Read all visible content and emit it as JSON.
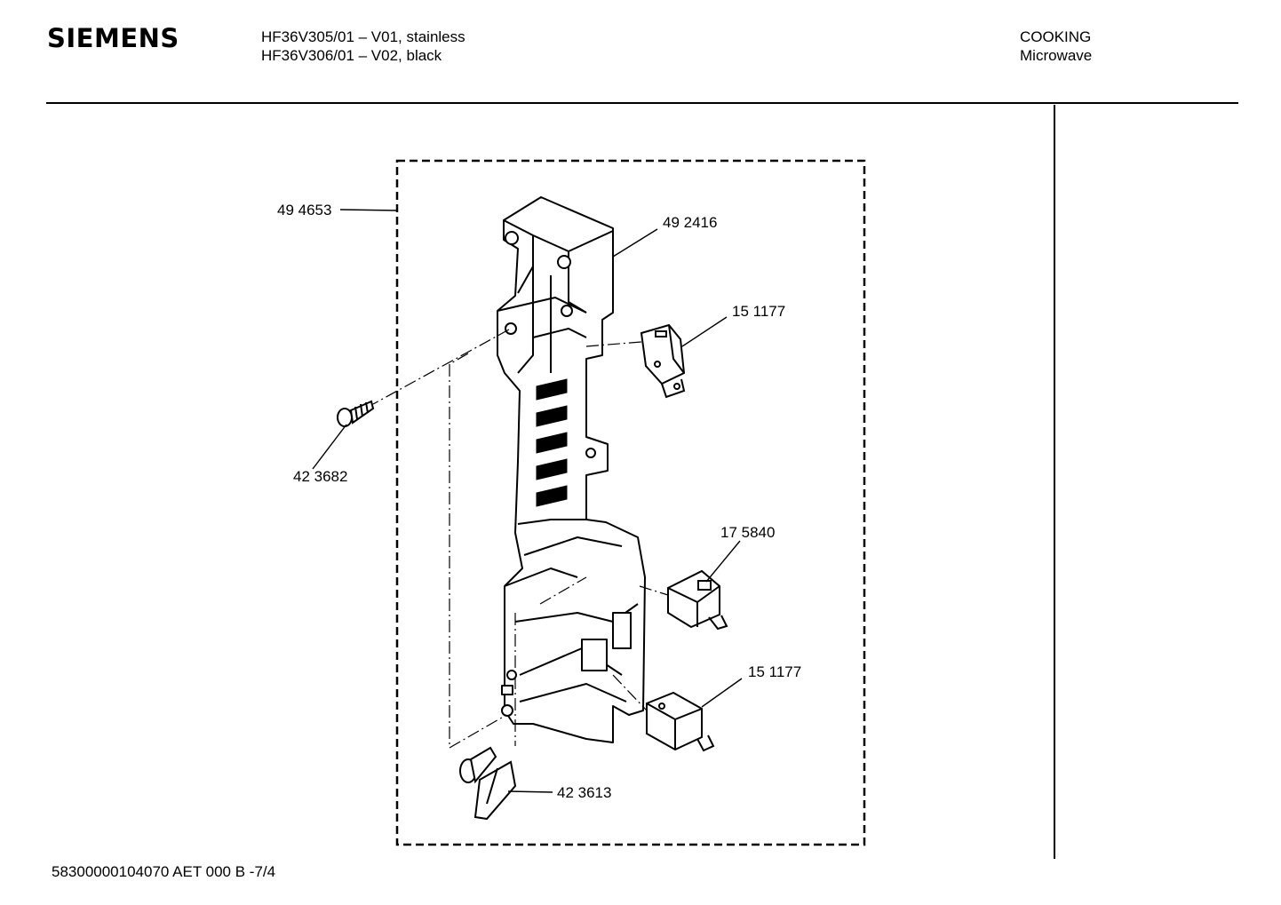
{
  "header": {
    "brand": "SIEMENS",
    "model_lines": [
      "HF36V305/01 – V01, stainless",
      "HF36V306/01 – V02, black"
    ],
    "category": "COOKING",
    "subcategory": "Microwave"
  },
  "parts": [
    {
      "number": "49 4653"
    },
    {
      "number": "49 2416"
    },
    {
      "number": "15 1177"
    },
    {
      "number": "42 3682"
    },
    {
      "number": "17 5840"
    },
    {
      "number": "15 1177"
    },
    {
      "number": "42 3613"
    }
  ],
  "footer": {
    "document_id": "58300000104070 AET 000 B  -7/4"
  }
}
